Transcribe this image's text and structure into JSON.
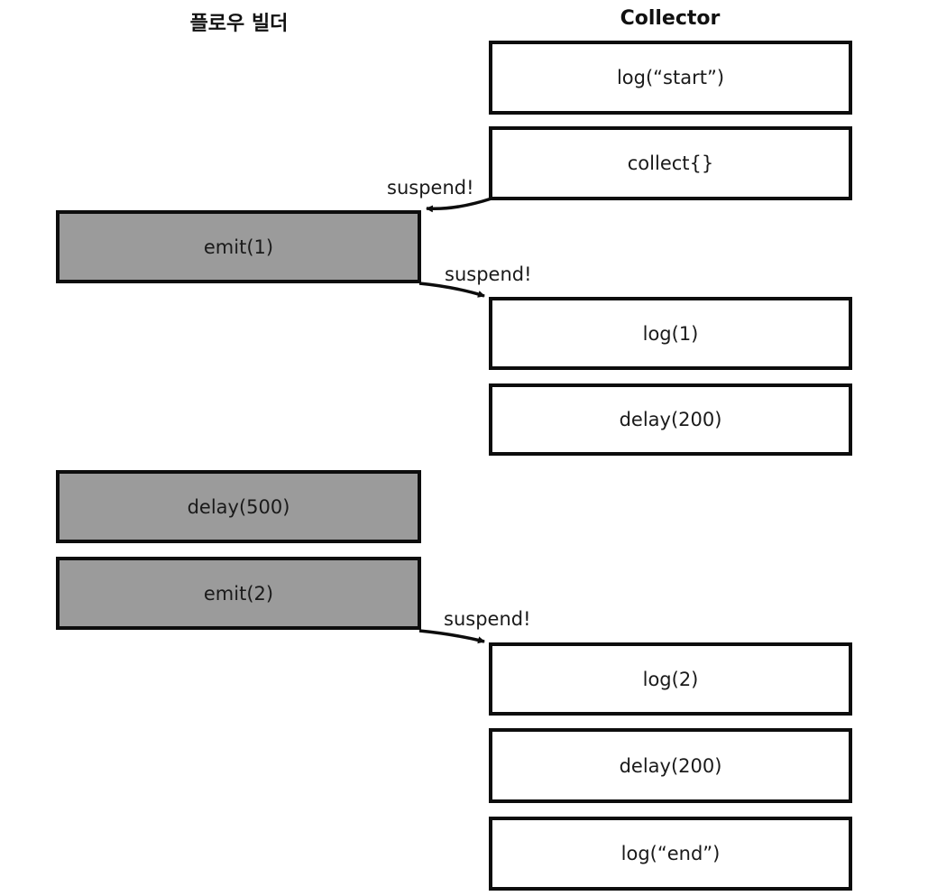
{
  "diagram": {
    "type": "sequence-flow-diagram",
    "columns": {
      "left": {
        "title": "플로우 빌더"
      },
      "right": {
        "title": "Collector"
      }
    },
    "left_boxes": [
      {
        "label": "emit(1)"
      },
      {
        "label": "delay(500)"
      },
      {
        "label": "emit(2)"
      }
    ],
    "right_boxes": [
      {
        "label": "log(“start”)"
      },
      {
        "label": "collect{}"
      },
      {
        "label": "log(1)"
      },
      {
        "label": "delay(200)"
      },
      {
        "label": "log(2)"
      },
      {
        "label": "delay(200)"
      },
      {
        "label": "log(“end”)"
      }
    ],
    "arrows": [
      {
        "label": "suspend!",
        "from": "collect{}",
        "to": "emit(1)",
        "direction": "right-to-left"
      },
      {
        "label": "suspend!",
        "from": "emit(1)",
        "to": "log(1)",
        "direction": "left-to-right"
      },
      {
        "label": "suspend!",
        "from": "emit(2)",
        "to": "log(2)",
        "direction": "left-to-right"
      }
    ],
    "colors": {
      "left_box_fill": "#9b9b9b",
      "right_box_fill": "#ffffff",
      "border": "#0d0d0d",
      "background": "#ffffff",
      "text": "#1a1a1a"
    }
  }
}
